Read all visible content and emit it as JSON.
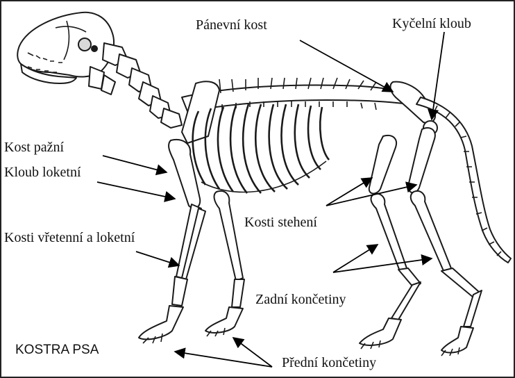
{
  "labels": {
    "panevni_kost": "Pánevní kost",
    "kycelni_kloub": "Kyčelní kloub",
    "kost_pazni": "Kost pažní",
    "kloub_loketni": "Kloub loketní",
    "kosti_stehen": "Kosti stehení",
    "kosti_vretenni": "Kosti vřetenní a loketní",
    "zadni_koncetiny": "Zadní končetiny",
    "kostra_psa": "KOSTRA PSA",
    "predni_koncetiny": "Přední končetiny"
  }
}
